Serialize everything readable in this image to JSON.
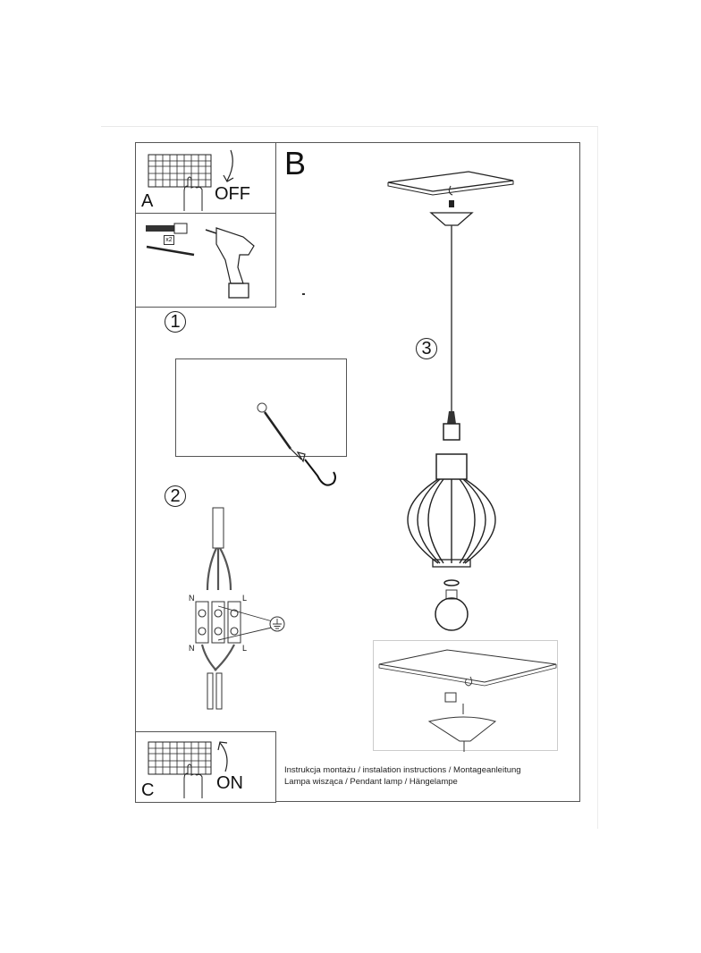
{
  "panels": {
    "a": {
      "letter": "A",
      "state": "OFF"
    },
    "b": {
      "letter": "B"
    },
    "c": {
      "letter": "C",
      "state": "ON"
    }
  },
  "tools": {
    "quantity_badge": "x2"
  },
  "steps": [
    {
      "number": "1",
      "description": "ceiling hook mounting"
    },
    {
      "number": "2",
      "description": "wiring connection"
    },
    {
      "number": "3",
      "description": "pendant lamp assembly"
    }
  ],
  "wiring": {
    "top_left": "N",
    "top_right": "L",
    "bottom_left": "N",
    "bottom_right": "L"
  },
  "caption": {
    "line1": "Instrukcja montażu / instalation instructions / Montageanleitung",
    "line2": "Lampa wisząca / Pendant lamp / Hängelampe"
  },
  "colors": {
    "line": "#222222",
    "frame": "#555555",
    "background": "#ffffff"
  }
}
